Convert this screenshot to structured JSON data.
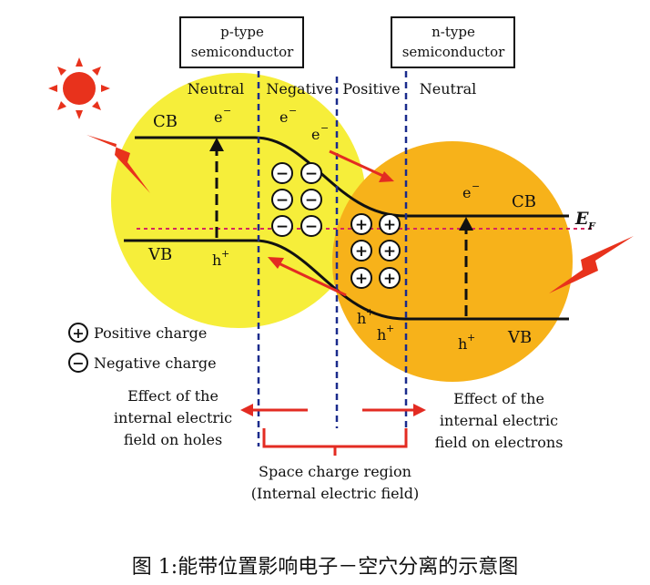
{
  "labels": {
    "p_box_line1": "p-type",
    "p_box_line2": "semiconductor",
    "n_box_line1": "n-type",
    "n_box_line2": "semiconductor",
    "neutral_left": "Neutral",
    "negative": "Negative",
    "positive": "Positive",
    "neutral_right": "Neutral",
    "cb_left": "CB",
    "vb_left": "VB",
    "cb_right": "CB",
    "vb_right": "VB",
    "electron": "e",
    "electron_sup": "−",
    "hole": "h",
    "hole_sup": "+",
    "ef_main": "E",
    "ef_sub": "F",
    "legend_positive": "Positive charge",
    "legend_negative": "Negative charge",
    "effect_holes_1": "Effect of the",
    "effect_holes_2": "internal electric",
    "effect_holes_3": "field on holes",
    "effect_electrons_1": "Effect of the",
    "effect_electrons_2": "internal electric",
    "effect_electrons_3": "field on electrons",
    "space_charge_1": "Space charge region",
    "space_charge_2": "(Internal electric field)",
    "plus": "+",
    "minus": "−"
  },
  "caption": "图 1:能带位置影响电子－空穴分离的示意图",
  "colors": {
    "p_region": "#f6ee3a",
    "n_region": "#f7b21a",
    "dash_line": "#1a2b8c",
    "fermi_line": "#d6275f",
    "arrow_red": "#e32b22",
    "sun": "#e8321c"
  }
}
